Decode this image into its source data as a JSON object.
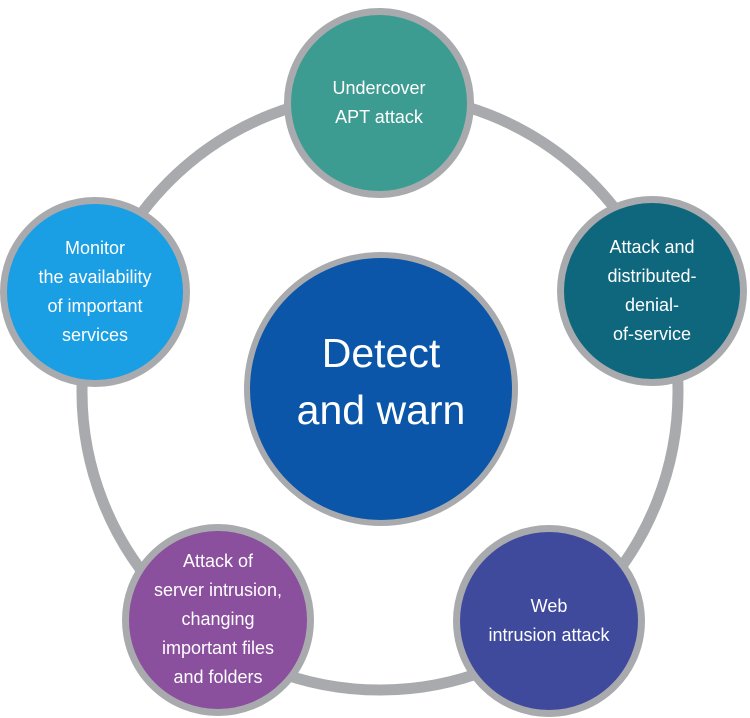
{
  "diagram": {
    "center": {
      "label": "Detect\nand warn",
      "color": "#0b56a8"
    },
    "ring_color": "#a9aaad",
    "nodes": [
      {
        "label": "Undercover\nAPT attack",
        "color": "#3d9c92"
      },
      {
        "label": "Attack and\ndistributed-\ndenial-\nof-service",
        "color": "#0f677d"
      },
      {
        "label": "Web\nintrusion attack",
        "color": "#3f4a9d"
      },
      {
        "label": "Attack of\nserver intrusion,\nchanging\nimportant files\nand folders",
        "color": "#8a4f9d"
      },
      {
        "label": "Monitor\nthe availability\nof important\nservices",
        "color": "#1a9ee4"
      }
    ]
  }
}
